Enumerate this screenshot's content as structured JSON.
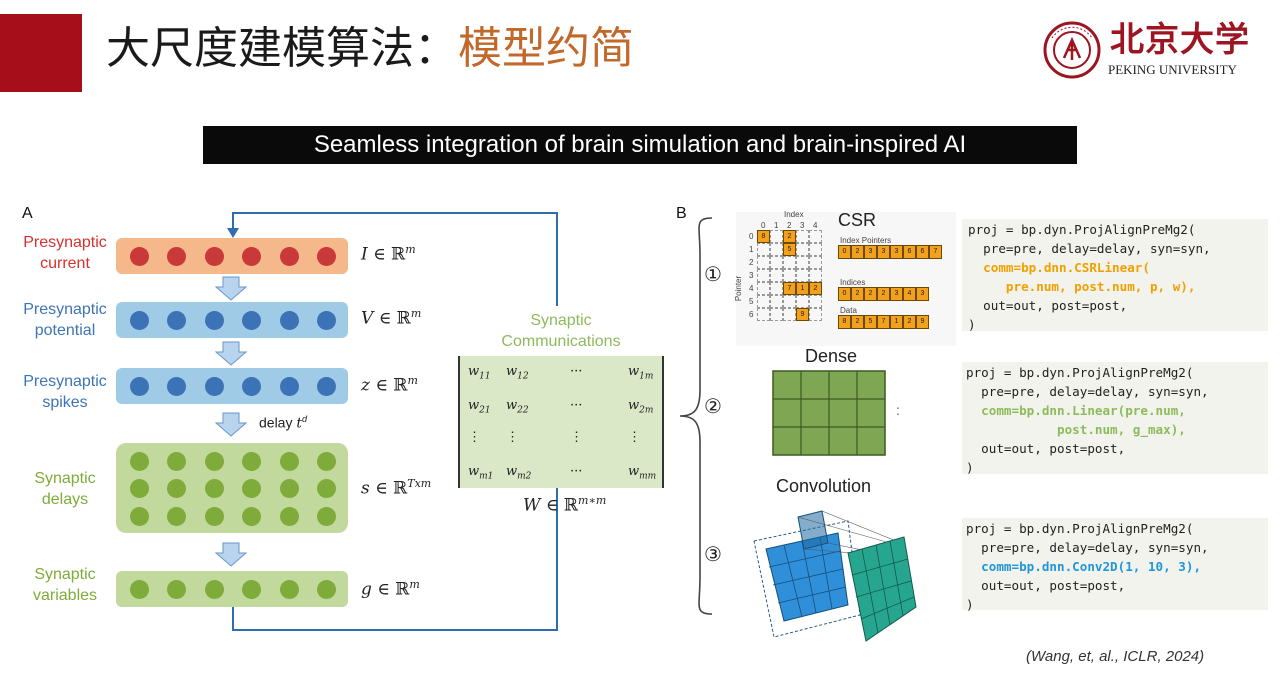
{
  "header": {
    "title_main": "大尺度建模算法：",
    "title_accent": "模型约简",
    "logo_cn": "北京大学",
    "logo_en": "PEKING UNIVERSITY",
    "accent_color": "#c2682a",
    "brand_color": "#a60f1a"
  },
  "banner": {
    "text": "Seamless integration of brain simulation and brain-inspired AI"
  },
  "panel_a": {
    "label": "A",
    "stages": [
      {
        "label": "Presynaptic current",
        "color": "#d9302c"
      },
      {
        "label": "Presynaptic potential",
        "color": "#3d74b8"
      },
      {
        "label": "Presynaptic spikes",
        "color": "#3d74b8"
      },
      {
        "label": "Synaptic delays",
        "color": "#7fab3a"
      },
      {
        "label": "Synaptic variables",
        "color": "#7fab3a"
      }
    ],
    "math": [
      {
        "var": "I",
        "sup": "m"
      },
      {
        "var": "V",
        "sup": "m"
      },
      {
        "var": "z",
        "sup": "m"
      },
      {
        "var": "s",
        "sup": "Txm"
      },
      {
        "var": "g",
        "sup": "m"
      }
    ],
    "element_of": "∈ ℝ",
    "delay_label": "delay",
    "delay_var": "t",
    "delay_sup": "d",
    "comm_title": "Synaptic Communications",
    "matrix": {
      "rows": [
        [
          "w11",
          "w12",
          "···",
          "w1m"
        ],
        [
          "w21",
          "w22",
          "···",
          "w2m"
        ],
        [
          "⋮",
          "⋮",
          "⋮",
          "⋮"
        ],
        [
          "wm1",
          "wm2",
          "···",
          "wmm"
        ]
      ],
      "caption_var": "W",
      "caption_sup": "m∗m"
    }
  },
  "panel_b": {
    "label": "B",
    "options": [
      {
        "marker": "①",
        "title": "CSR",
        "code_lines": [
          "proj = bp.dyn.ProjAlignPreMg2(",
          "  pre=pre, delay=delay, syn=syn,"
        ],
        "code_highlight": [
          "  comm=bp.dnn.CSRLinear(",
          "     pre.num, post.num, p, w),"
        ],
        "code_tail": [
          "  out=out, post=post,",
          ")"
        ],
        "highlight_color": "#f0a000"
      },
      {
        "marker": "②",
        "title": "Dense",
        "code_lines": [
          "proj = bp.dyn.ProjAlignPreMg2(",
          "  pre=pre, delay=delay, syn=syn,"
        ],
        "code_highlight": [
          "  comm=bp.dnn.Linear(pre.num,",
          "            post.num, g_max),"
        ],
        "code_tail": [
          "  out=out, post=post,",
          ")"
        ],
        "highlight_color": "#8dbb5a"
      },
      {
        "marker": "③",
        "title": "Convolution",
        "code_lines": [
          "proj = bp.dyn.ProjAlignPreMg2(",
          "  pre=pre, delay=delay, syn=syn,"
        ],
        "code_highlight": [
          "  comm=bp.dnn.Conv2D(1, 10, 3),"
        ],
        "code_tail": [
          "  out=out, post=post,",
          ")"
        ],
        "highlight_color": "#2196d8"
      }
    ],
    "csr": {
      "index_label": "Index",
      "pointer_label": "Pointer",
      "col_indices": [
        "0",
        "1",
        "2",
        "3",
        "4"
      ],
      "row_indices": [
        "0",
        "1",
        "2",
        "3",
        "4",
        "5",
        "6"
      ],
      "cells": [
        {
          "r": 0,
          "c": 0,
          "v": "8"
        },
        {
          "r": 0,
          "c": 2,
          "v": "2"
        },
        {
          "r": 1,
          "c": 2,
          "v": "5"
        },
        {
          "r": 4,
          "c": 2,
          "v": "7"
        },
        {
          "r": 4,
          "c": 3,
          "v": "1"
        },
        {
          "r": 4,
          "c": 4,
          "v": "2"
        },
        {
          "r": 6,
          "c": 3,
          "v": "9"
        }
      ],
      "index_pointers_label": "Index Pointers",
      "index_pointers": [
        "0",
        "2",
        "3",
        "3",
        "3",
        "6",
        "6",
        "7"
      ],
      "indices_label": "Indices",
      "indices": [
        "0",
        "2",
        "2",
        "2",
        "3",
        "4",
        "3"
      ],
      "data_label": "Data",
      "data": [
        "8",
        "2",
        "5",
        "7",
        "1",
        "2",
        "9"
      ]
    },
    "dense_colon": ":"
  },
  "citation": "(Wang, et, al., ICLR, 2024)"
}
